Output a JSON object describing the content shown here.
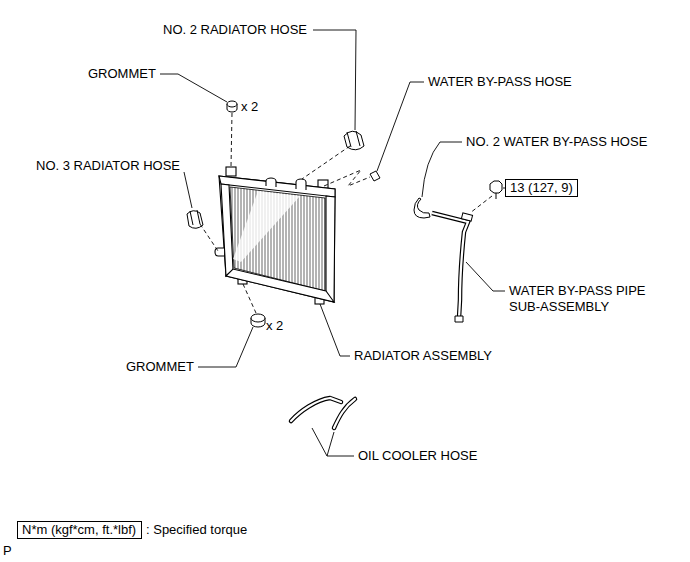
{
  "diagram": {
    "nodes": [
      {
        "text": [
          "13 (127, 9)"
        ]
      },
      {
        "text": [
          "N*m (kgf*cm, ft.*lbf)"
        ]
      }
    ],
    "labels": [
      "NO. 2 RADIATOR HOSE",
      "GROMMET",
      "x 2",
      "WATER BY-PASS HOSE",
      "NO. 2 WATER BY-PASS HOSE",
      "NO. 3 RADIATOR HOSE",
      "WATER BY-PASS PIPE SUB-ASSEMBLY",
      "GROMMET",
      "x 2",
      "RADIATOR ASSEMBLY",
      "OIL COOLER HOSE",
      ": Specified torque",
      "P"
    ]
  }
}
